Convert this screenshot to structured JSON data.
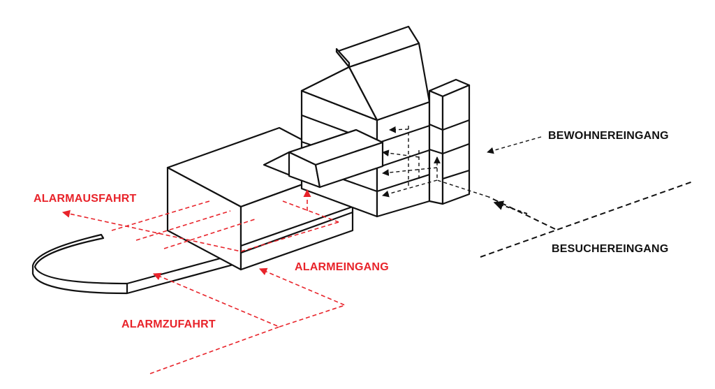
{
  "labels": {
    "alarm_exit": "ALARMAUSFAHRT",
    "alarm_entrance": "ALARMEINGANG",
    "alarm_access_road": "ALARMZUFAHRT",
    "resident_entrance": "BEWOHNEREINGANG",
    "visitor_entrance": "BESUCHEREINGANG"
  },
  "colors": {
    "alarm_route": "#e8232a",
    "pedestrian_route": "#111111",
    "outline": "#111111",
    "background": "#ffffff"
  }
}
